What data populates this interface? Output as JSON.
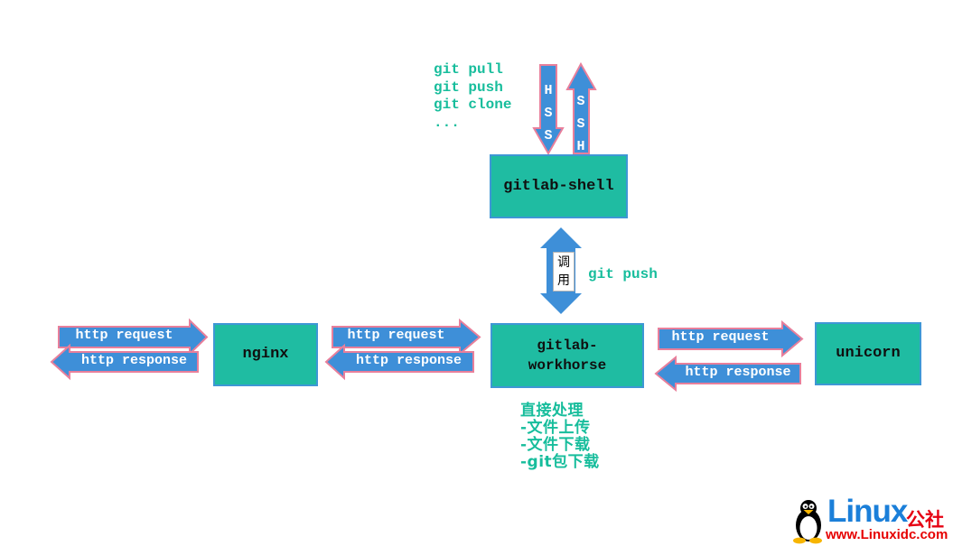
{
  "colors": {
    "box_fill": "#1FBCA2",
    "box_border": "#3E97D5",
    "arrow_blue": "#3E8FD8",
    "arrow_outline_pink": "#E87F9B",
    "green_text": "#17BD9C",
    "box_text": "#101010",
    "logo_blue": "#1B7FD9",
    "logo_red": "#E60012"
  },
  "ssh_section": {
    "commands": [
      "git pull",
      "git push",
      "git clone",
      "..."
    ],
    "down_arrow_letters": [
      "H",
      "S",
      "S"
    ],
    "up_arrow_letters": [
      "S",
      "S",
      "H"
    ]
  },
  "boxes": {
    "gitlab_shell": "gitlab-shell",
    "nginx": "nginx",
    "workhorse_line1": "gitlab-",
    "workhorse_line2": "workhorse",
    "unicorn": "unicorn"
  },
  "call_arrow": {
    "chars": [
      "调",
      "用"
    ],
    "side_label": "git push"
  },
  "http_labels": {
    "request": "http request",
    "response": "http response"
  },
  "workhorse_notes": [
    "直接处理",
    "-文件上传",
    "-文件下载",
    "-git包下载"
  ],
  "logo": {
    "brand": "Linux",
    "suffix": "公社",
    "url": "www.Linuxidc.com"
  }
}
